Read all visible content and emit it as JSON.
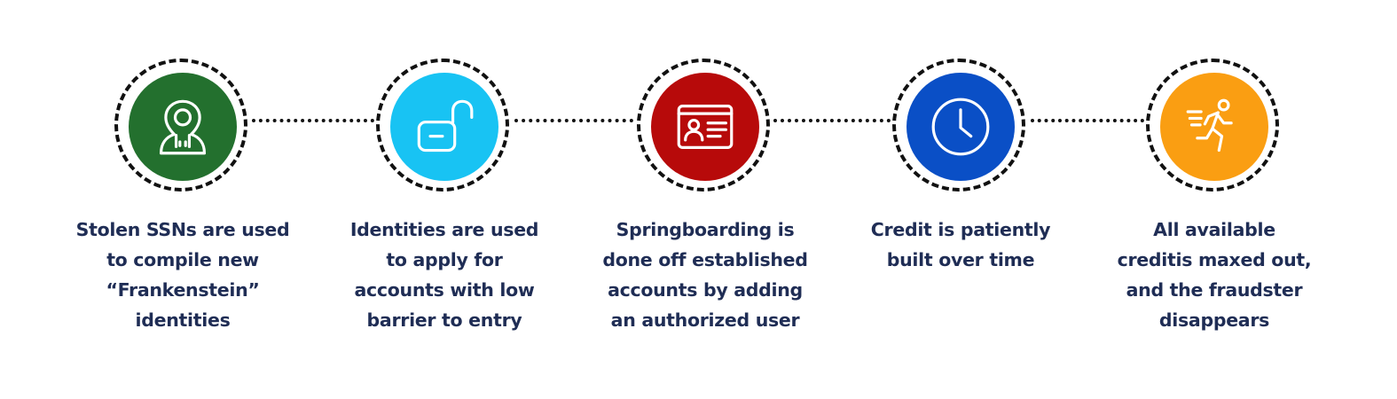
{
  "steps": [
    {
      "color": "#23702e",
      "icon": "hooded-fraudster-icon",
      "lines": [
        "Stolen SSNs are used",
        "to compile new",
        "“Frankenstein”",
        "identities"
      ]
    },
    {
      "color": "#18c3f3",
      "icon": "unlocked-padlock-icon",
      "lines": [
        "Identities are used",
        "to apply for",
        "accounts with low",
        "barrier to entry"
      ]
    },
    {
      "color": "#b70a0a",
      "icon": "id-card-icon",
      "lines": [
        "Springboarding is",
        "done off established",
        "accounts by adding",
        "an authorized user"
      ]
    },
    {
      "color": "#0a4fc6",
      "icon": "clock-icon",
      "lines": [
        "Credit is patiently",
        "built over time"
      ]
    },
    {
      "color": "#fa9e12",
      "icon": "running-person-icon",
      "lines": [
        "All available",
        "creditis maxed out,",
        "and the fraudster",
        "disappears"
      ]
    }
  ]
}
